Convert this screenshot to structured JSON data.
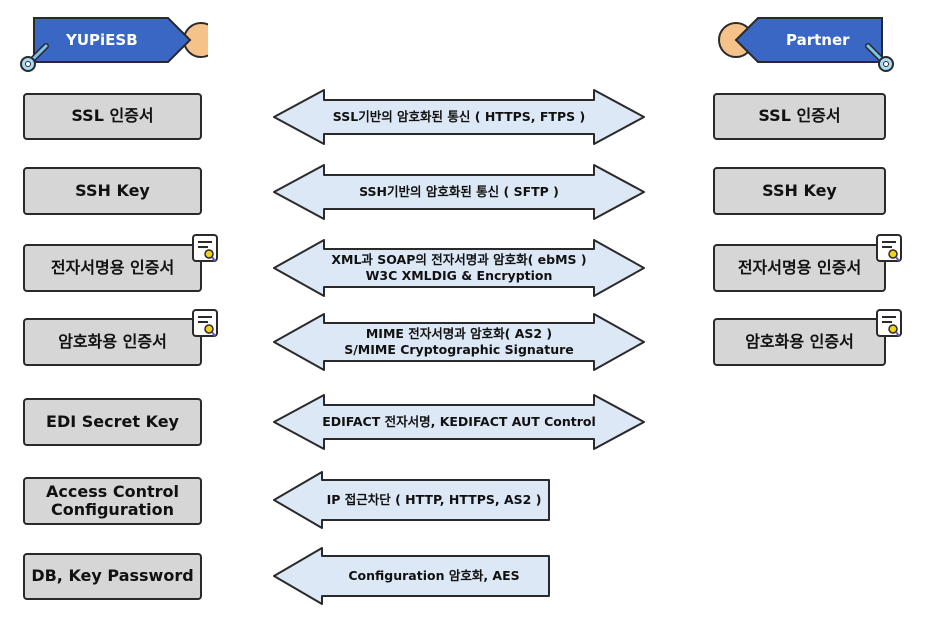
{
  "header": {
    "left_label": "YUPiESB",
    "right_label": "Partner"
  },
  "left_items": [
    "SSL 인증서",
    "SSH Key",
    "전자서명용 인증서",
    "암호화용 인증서",
    "EDI Secret Key",
    "Access Control Configuration",
    "DB, Key Password"
  ],
  "right_items": [
    "SSL 인증서",
    "SSH Key",
    "전자서명용 인증서",
    "암호화용 인증서"
  ],
  "arrows": [
    {
      "line1": "SSL기반의 암호화된 통신 ( HTTPS, FTPS )",
      "line2": ""
    },
    {
      "line1": "SSH기반의 암호화된 통신 ( SFTP )",
      "line2": ""
    },
    {
      "line1": "XML과 SOAP의 전자서명과 암호화( ebMS )",
      "line2": "W3C XMLDIG & Encryption"
    },
    {
      "line1": "MIME 전자서명과 암호화( AS2 )",
      "line2": "S/MIME Cryptographic Signature"
    },
    {
      "line1": "EDIFACT 전자서명, KEDIFACT AUT Control",
      "line2": ""
    },
    {
      "line1": "IP 접근차단 ( HTTP, HTTPS, AS2 )",
      "line2": ""
    },
    {
      "line1": "Configuration 암호화, AES",
      "line2": ""
    }
  ],
  "icons": {
    "key": "key-icon",
    "certificate": "certificate-icon"
  },
  "colors": {
    "tag_blue": "#3a66c4",
    "tag_circle": "#f5c28a",
    "arrow_fill": "#dde8f6",
    "box_fill": "#d6d6d6",
    "cert_yellow": "#f3d21c"
  }
}
